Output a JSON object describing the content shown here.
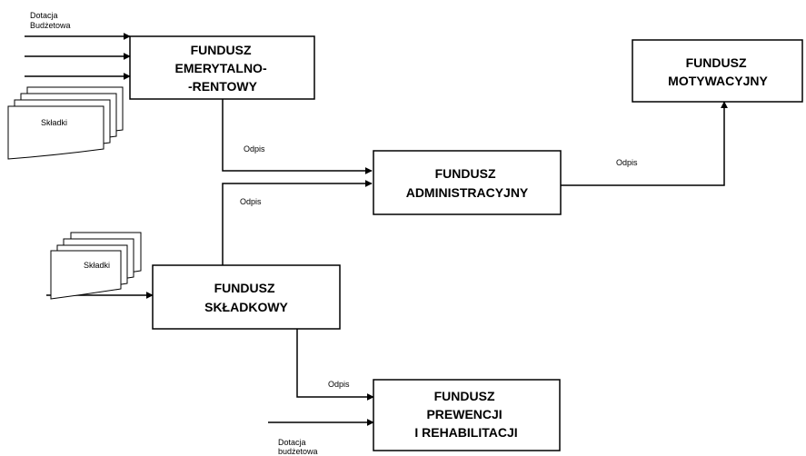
{
  "boxes": {
    "emerytalno": {
      "lines": [
        "FUNDUSZ",
        "EMERYTALNO-",
        "-RENTOWY"
      ]
    },
    "motywacyjny": {
      "lines": [
        "FUNDUSZ",
        "MOTYWACYJNY"
      ]
    },
    "administracyjny": {
      "lines": [
        "FUNDUSZ",
        "ADMINISTRACYJNY"
      ]
    },
    "skladkowy": {
      "lines": [
        "FUNDUSZ",
        "SKŁADKOWY"
      ]
    },
    "prewencji": {
      "lines": [
        "FUNDUSZ",
        "PREWENCJI",
        "I REHABILITACJI"
      ]
    }
  },
  "labels": {
    "dotacja_top": [
      "Dotacja",
      "Budżetowa"
    ],
    "dotacja_bottom": [
      "Dotacja",
      "budżetowa"
    ],
    "skladki_top": "Składki",
    "skladki_middle": "Składki",
    "odpis_1": "Odpis",
    "odpis_2": "Odpis",
    "odpis_3": "Odpis",
    "odpis_4": "Odpis"
  }
}
